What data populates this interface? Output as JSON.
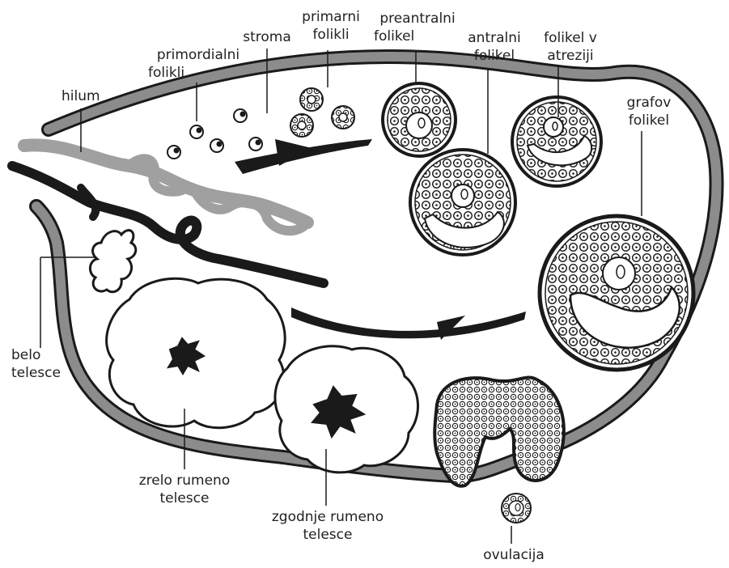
{
  "labels": {
    "primordialni": [
      "primordialni",
      "folikli"
    ],
    "stroma": [
      "stroma"
    ],
    "primarni": [
      "primarni",
      "folikli"
    ],
    "preantralni": [
      "preantralni",
      "folikel"
    ],
    "antralni": [
      "antralni",
      "folikel"
    ],
    "atrezija": [
      "folikel v",
      "atreziji"
    ],
    "hilum": [
      "hilum"
    ],
    "grafov": [
      "grafov",
      "folikel"
    ],
    "belo": [
      "belo",
      "telesce"
    ],
    "zrelo": [
      "zrelo rumeno",
      "telesce"
    ],
    "zgodnje": [
      "zgodnje rumeno",
      "telesce"
    ],
    "ovulacija": [
      "ovulacija"
    ]
  },
  "colors": {
    "outline": "#1a1a1a",
    "wall": "#8c8c8c",
    "vessel_gray": "#a0a0a0",
    "label_text": "#222222"
  }
}
